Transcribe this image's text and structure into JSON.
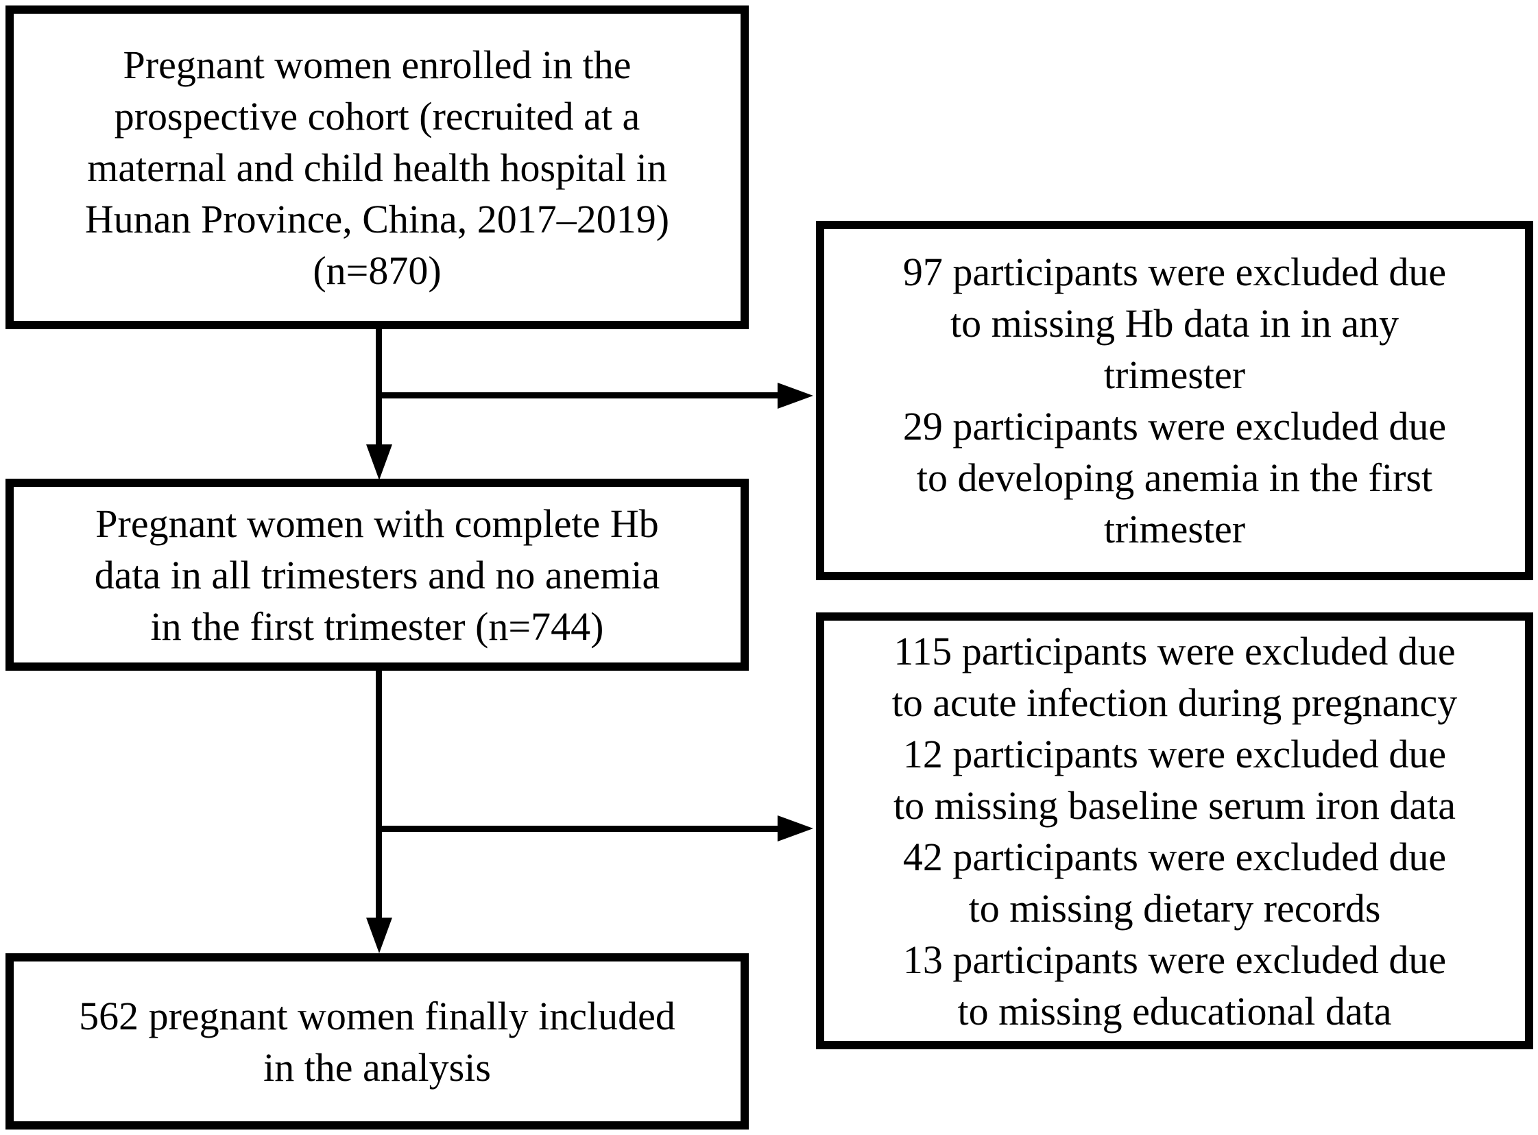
{
  "diagram": {
    "colors": {
      "background": "#ffffff",
      "line": "#000000",
      "text": "#000000"
    },
    "boxes": {
      "enrolled": {
        "lines": [
          "Pregnant women enrolled in the",
          "prospective cohort (recruited at a",
          "maternal and child health hospital in",
          "Hunan Province, China, 2017–2019)",
          "(n=870)"
        ]
      },
      "excluded_stage1": {
        "lines": [
          "97 participants were excluded due",
          "to missing Hb data in in any",
          "trimester",
          "29 participants were excluded due",
          "to developing anemia in the first",
          "trimester"
        ]
      },
      "complete_hb": {
        "lines": [
          "Pregnant women with complete Hb",
          "data in all trimesters and no anemia",
          "in the first trimester (n=744)"
        ]
      },
      "excluded_stage2": {
        "lines": [
          "115 participants were excluded due",
          "to acute infection during pregnancy",
          "12 participants were excluded due",
          "to missing baseline serum iron data",
          "42 participants were excluded due",
          "to missing dietary records",
          "13 participants were excluded due",
          "to missing educational data"
        ]
      },
      "final_included": {
        "lines": [
          "562 pregnant women finally included",
          "in the analysis"
        ]
      }
    }
  }
}
